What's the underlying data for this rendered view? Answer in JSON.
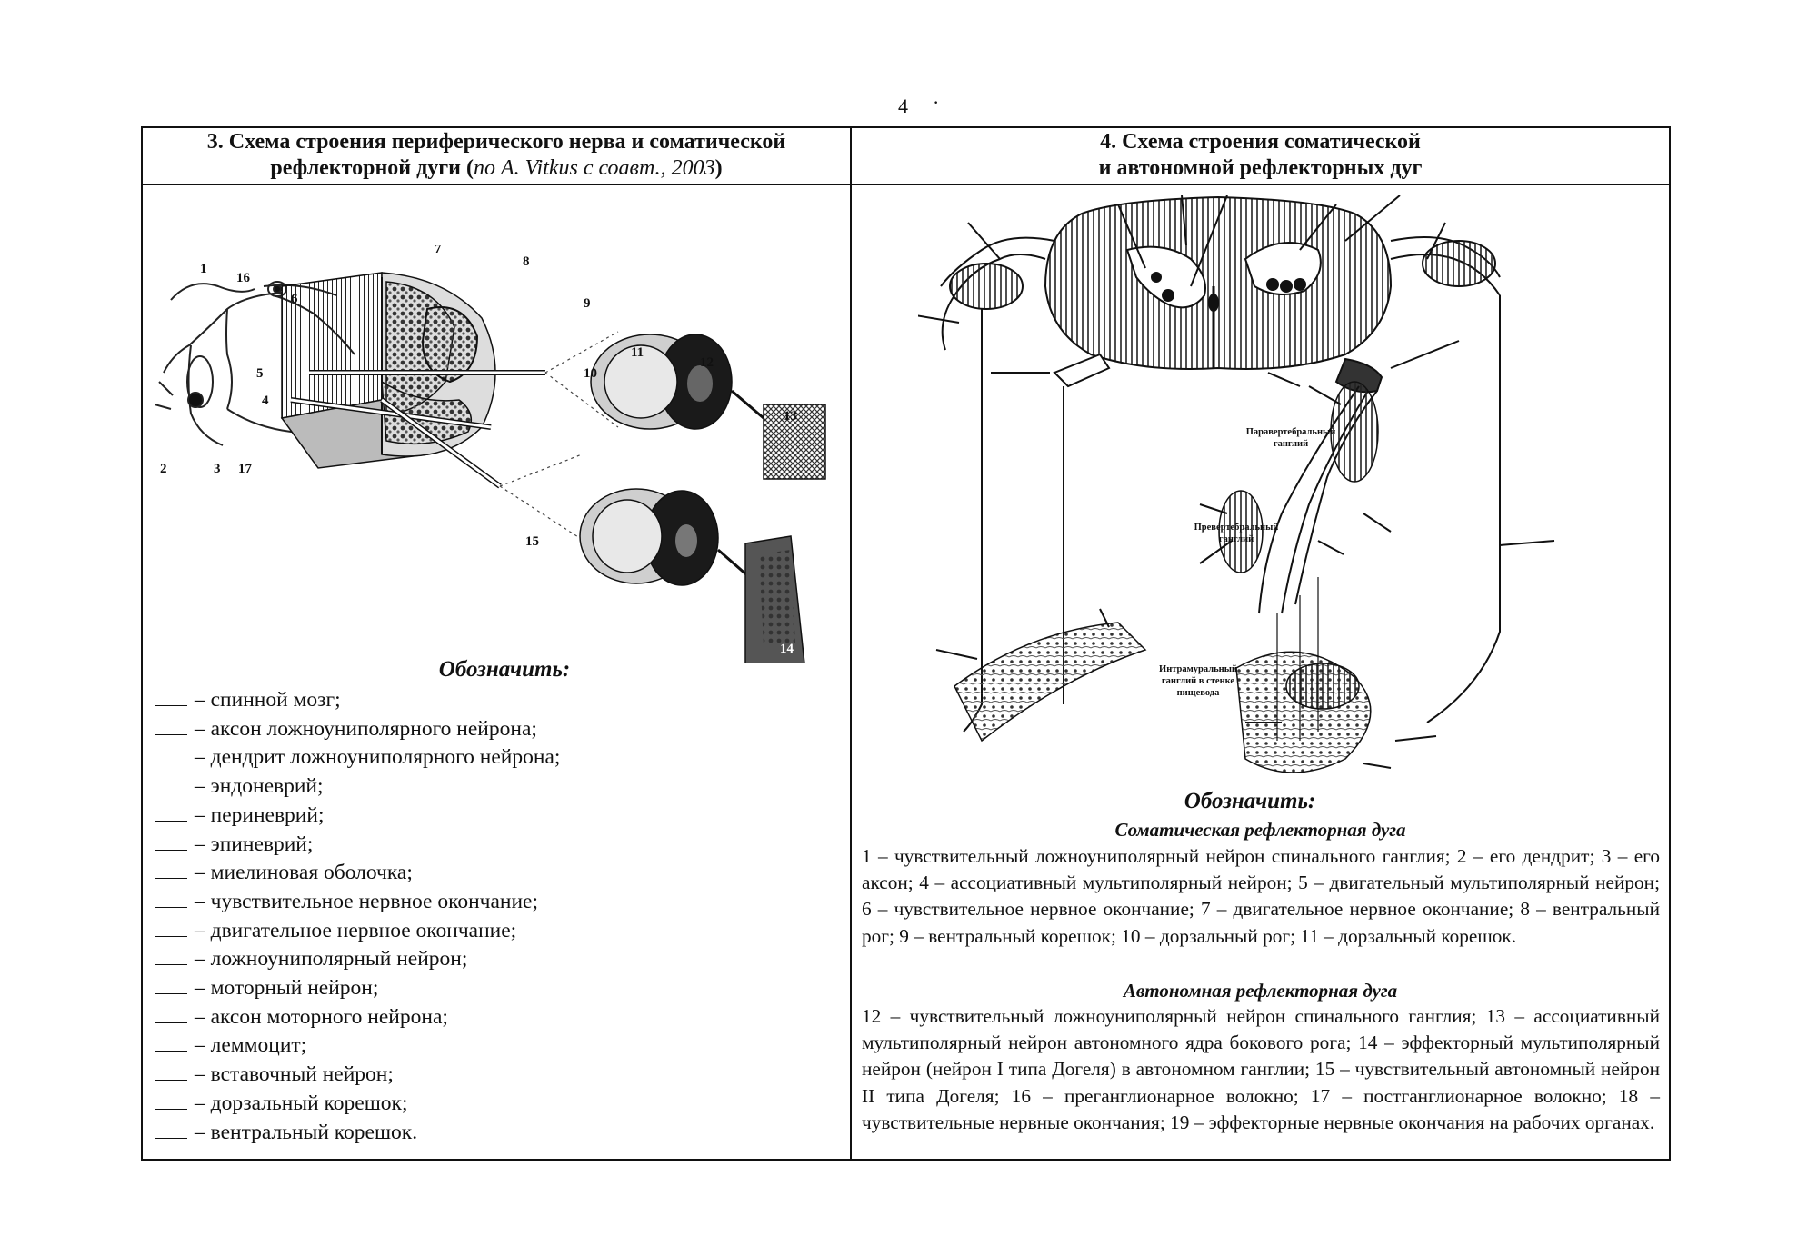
{
  "page": {
    "number": "4",
    "mark": "·"
  },
  "left": {
    "title_line1": "3. Схема строения периферического нерва и соматической",
    "title_line2_main": "рефлекторной дуги (",
    "title_line2_author": "по A. Vitkus с соавт., 2003",
    "title_line2_end": ")",
    "figure_numbers": [
      "1",
      "2",
      "3",
      "4",
      "5",
      "6",
      "7",
      "8",
      "9",
      "10",
      "11",
      "12",
      "13",
      "14",
      "15",
      "16",
      "17"
    ],
    "legend_heading": "Обозначить:",
    "items": [
      "– спинной мозг;",
      "– аксон ложноуниполярного нейрона;",
      "– дендрит ложноуниполярного нейрона;",
      "– эндоневрий;",
      "– периневрий;",
      "– эпиневрий;",
      "– миелиновая оболочка;",
      "– чувствительное нервное окончание;",
      "– двигательное нервное окончание;",
      "– ложноуниполярный нейрон;",
      "– моторный нейрон;",
      "– аксон моторного нейрона;",
      "– леммоцит;",
      "– вставочный нейрон;",
      "– дорзальный корешок;",
      "– вентральный корешок."
    ]
  },
  "right": {
    "title_line1": "4. Схема строения соматической",
    "title_line2": "и автономной рефлекторных дуг",
    "diagram_labels": {
      "paravertebral": [
        "Паравертебральный",
        "ганглий"
      ],
      "prevertebral": [
        "Превертебральный",
        "ганглий"
      ],
      "intramural": [
        "Интрамуральный",
        "ганглий в стенке",
        "пищевода"
      ]
    },
    "legend_heading": "Обозначить:",
    "somatic_title": "Соматическая рефлекторная дуга",
    "somatic_text": "1 – чувствительный ложноуниполярный нейрон спинального ганглия; 2 – его дендрит; 3 – его аксон; 4 – ассоциативный мультиполярный нейрон; 5 – двигательный мультиполярный нейрон; 6 – чувствительное нервное окончание; 7 – двигательное нервное окончание; 8 – вентральный рог; 9 – вентральный корешок; 10 – дорзальный рог; 11 – дорзальный корешок.",
    "autonomic_title": "Автономная рефлекторная дуга",
    "autonomic_text": "12 – чувствительный ложноуниполярный нейрон спинального ганглия; 13 – ассоциативный мультиполярный нейрон автономного ядра бокового рога; 14 – эффекторный мультиполярный нейрон (нейрон I типа Догеля) в автономном ганглии; 15 – чувствительный автономный нейрон II типа Догеля; 16 – преганглионарное волокно; 17 – постганглионарное волокно; 18 – чувствительные нервные окончания; 19 – эффекторные нервные окончания на рабочих органах."
  }
}
